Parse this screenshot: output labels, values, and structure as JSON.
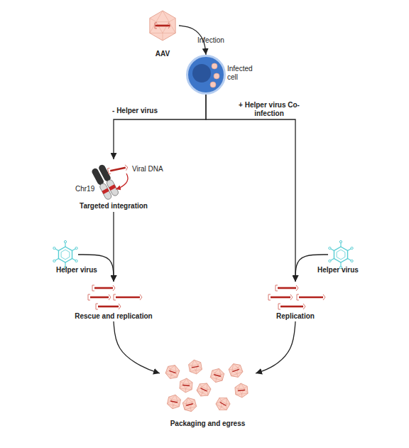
{
  "diagram": {
    "nodes": [
      {
        "text": [
          "AAV"
        ]
      },
      {
        "text": [
          "Infected cell"
        ]
      },
      {
        "text": [
          "Viral DNA",
          "Chr19",
          "Targeted integration"
        ]
      },
      {
        "text": [
          "Helper virus"
        ]
      },
      {
        "text": [
          "Rescue and replication"
        ]
      },
      {
        "text": [
          "Helper virus"
        ]
      },
      {
        "text": [
          "Replication"
        ]
      },
      {
        "text": [
          "Packaging and egress"
        ]
      }
    ],
    "edges": [
      {
        "from": 0,
        "to": 1,
        "label": "Infection",
        "arrow": "to"
      },
      {
        "from": 1,
        "to": 2,
        "label": "- Helper virus",
        "arrow": "to"
      },
      {
        "from": 1,
        "to": 6,
        "label": "+ Helper virus Co-infection",
        "arrow": "to"
      },
      {
        "from": 2,
        "to": 4,
        "arrow": "to"
      },
      {
        "from": 3,
        "to": 4,
        "arrow": "to"
      },
      {
        "from": 5,
        "to": 6,
        "arrow": "to"
      },
      {
        "from": 4,
        "to": 7,
        "arrow": "to"
      },
      {
        "from": 6,
        "to": 7,
        "arrow": "to"
      }
    ]
  }
}
